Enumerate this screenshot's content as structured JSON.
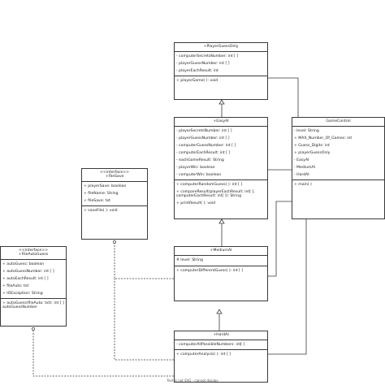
{
  "classes": {
    "player_guess_only": {
      "title": "+PlayerGuessOnly",
      "attributes": [
        "- computerSecretsNumber: int [ ]",
        "- playerGuessNumber: int [ ]",
        "- playerEachResult: int"
      ],
      "methods": [
        "+ playerGame( ): void"
      ]
    },
    "easy_ai": {
      "title": "+EasyAI",
      "attributes": [
        "- playerSecretsNumber: int [ ]",
        "- playerGuessNumber: int [ ]",
        "- computerGuessNumber: int [ ]",
        "- computerEachResult: int [ ]",
        "- eachGameResult: String",
        "- playerWin: boolean",
        "- computerWin: boolean"
      ],
      "methods": [
        "+ computerRandomGuess( ): int [ ]",
        "+ compareResult(playerEachResult: int[ ], computerEachResult: int[ ]): String",
        "+ printResult( ): void"
      ]
    },
    "game_control": {
      "title": "GameControl",
      "attributes": [
        "- level: String",
        "+ MAX_Number_Of_Games: int",
        "+ Guess_Digits: int",
        "+ playerGuessOnly",
        "- EasyAI",
        "- MediumAI",
        "- HardAI"
      ],
      "methods": [
        "+ main( )"
      ]
    },
    "file_save": {
      "stereotype": "<<interface>>",
      "title": "+FileSave",
      "attributes": [
        "+ playerSave: boolean",
        "+ fileName: String",
        "+ fileSave: txt"
      ],
      "methods": [
        "+ saveFile( ): void"
      ]
    },
    "medium_ai": {
      "title": "+MediumAI",
      "attributes": [
        "# level: String"
      ],
      "methods": [
        "+ computerDifferentGuess( ): int [ ]"
      ]
    },
    "file_auto_guess": {
      "stereotype": "<<interface>>",
      "title": "+FileAutoGuess",
      "attributes": [
        "+ autoGuess: boolean",
        "+ autoGuessNumber: int [ ]",
        "+ autoEachResult: int [ ]",
        "+ fileAuto: txt",
        "+ IOException: String"
      ],
      "methods": [
        "+ autoGuess(fileAuto: txt): int [ ] autoGuessNumber"
      ]
    },
    "hard_ai": {
      "title": "+HardAI",
      "attributes": [
        "- computerAllPossibleNumbers: int[ ]"
      ],
      "methods": [
        "+ computerAnalysis( ): int [ ]"
      ]
    }
  },
  "footer": "Text is not SVG - cannot display"
}
